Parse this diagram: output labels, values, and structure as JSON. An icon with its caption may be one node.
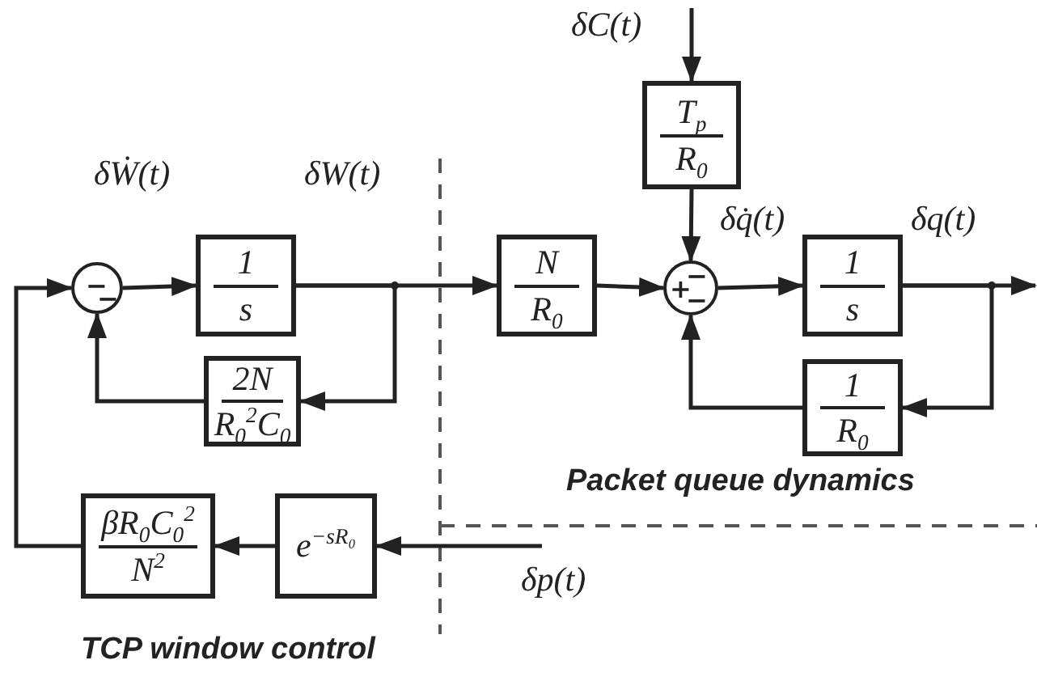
{
  "diagram": {
    "nodes": [
      {
        "text": [
          "−",
          "−"
        ]
      },
      {
        "text": [
          "1",
          "s"
        ]
      },
      {
        "text": [
          "2N",
          "R$_{0}$$^{2}$C$_{0}$"
        ]
      },
      {
        "text": [
          "N",
          "R$_{0}$"
        ]
      },
      {
        "text": [
          "T$_{p}$",
          "R$_{0}$"
        ]
      },
      {
        "text": [
          "−",
          "+",
          "−"
        ]
      },
      {
        "text": [
          "1",
          "s"
        ]
      },
      {
        "text": [
          "1",
          "R$_{0}$"
        ]
      },
      {
        "text": [
          "βR$_{0}$C$_{0}$$^{2}$",
          "N$^{2}$"
        ]
      },
      {
        "text": [
          "e$^{−sR₀}$"
        ]
      }
    ],
    "edges": [
      {
        "from": 0,
        "to": 1,
        "arrow": "to"
      },
      {
        "from": 1,
        "to": 2,
        "arrow": "to"
      },
      {
        "from": 1,
        "to": 3,
        "arrow": "to"
      },
      {
        "from": 2,
        "to": 0,
        "arrow": "to"
      },
      {
        "from": null,
        "to": 4,
        "arrow": "to"
      },
      {
        "from": 4,
        "to": 5,
        "arrow": "to"
      },
      {
        "from": 3,
        "to": 5,
        "arrow": "to"
      },
      {
        "from": 5,
        "to": 6,
        "arrow": "to"
      },
      {
        "from": 6,
        "to": null,
        "arrow": "to"
      },
      {
        "from": 6,
        "to": 7,
        "arrow": "to"
      },
      {
        "from": 7,
        "to": 5,
        "arrow": "to"
      },
      {
        "from": null,
        "to": 9,
        "arrow": "to"
      },
      {
        "from": 9,
        "to": 8,
        "arrow": "to"
      },
      {
        "from": 8,
        "to": 0,
        "arrow": "to"
      }
    ],
    "labels": [
      "δẆ(t)",
      "δW(t)",
      "δC(t)",
      "δq̇(t)",
      "δq(t)",
      "Packet queue dynamics",
      "δp(t)",
      "TCP window control"
    ]
  }
}
